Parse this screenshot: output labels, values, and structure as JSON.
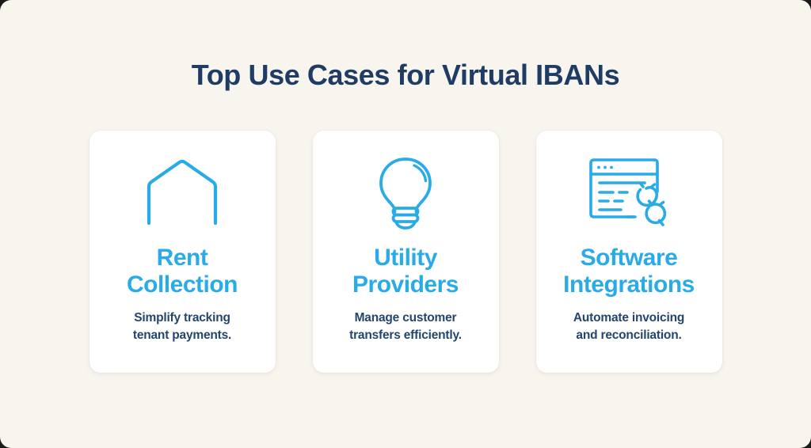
{
  "theme": {
    "background_color": "#f8f4ee",
    "card_color": "#ffffff",
    "title_color": "#1f3c64",
    "accent_color": "#29abe8",
    "body_text_color": "#24456e"
  },
  "header": {
    "title": "Top Use Cases for Virtual IBANs"
  },
  "cards": [
    {
      "icon": "home-icon",
      "title": "Rent\nCollection",
      "description": "Simplify tracking\ntenant payments."
    },
    {
      "icon": "lightbulb-icon",
      "title": "Utility\nProviders",
      "description": "Manage customer\ntransfers efficiently."
    },
    {
      "icon": "software-integration-icon",
      "title": "Software\nIntegrations",
      "description": "Automate invoicing\nand reconciliation."
    }
  ]
}
